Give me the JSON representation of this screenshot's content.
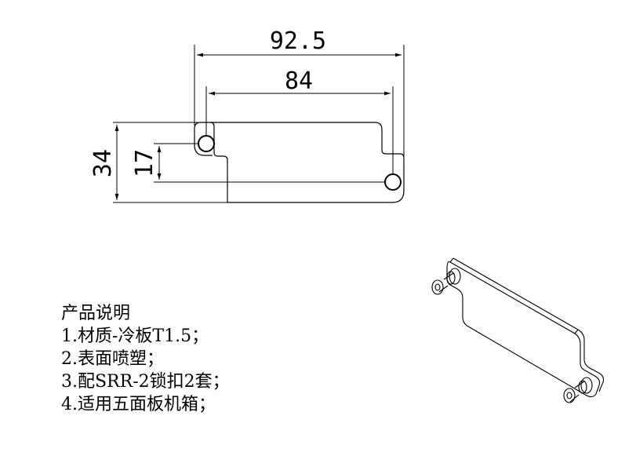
{
  "dimensions": {
    "overall_width": "92.5",
    "hole_spacing": "84",
    "height": "34",
    "hole_offset": "17"
  },
  "notes": {
    "title": "产品说明",
    "items": [
      "1.材质-冷板T1.5；",
      "2.表面喷塑；",
      "3.配SRR-2锁扣2套；",
      "4.适用五面板机箱；"
    ]
  }
}
